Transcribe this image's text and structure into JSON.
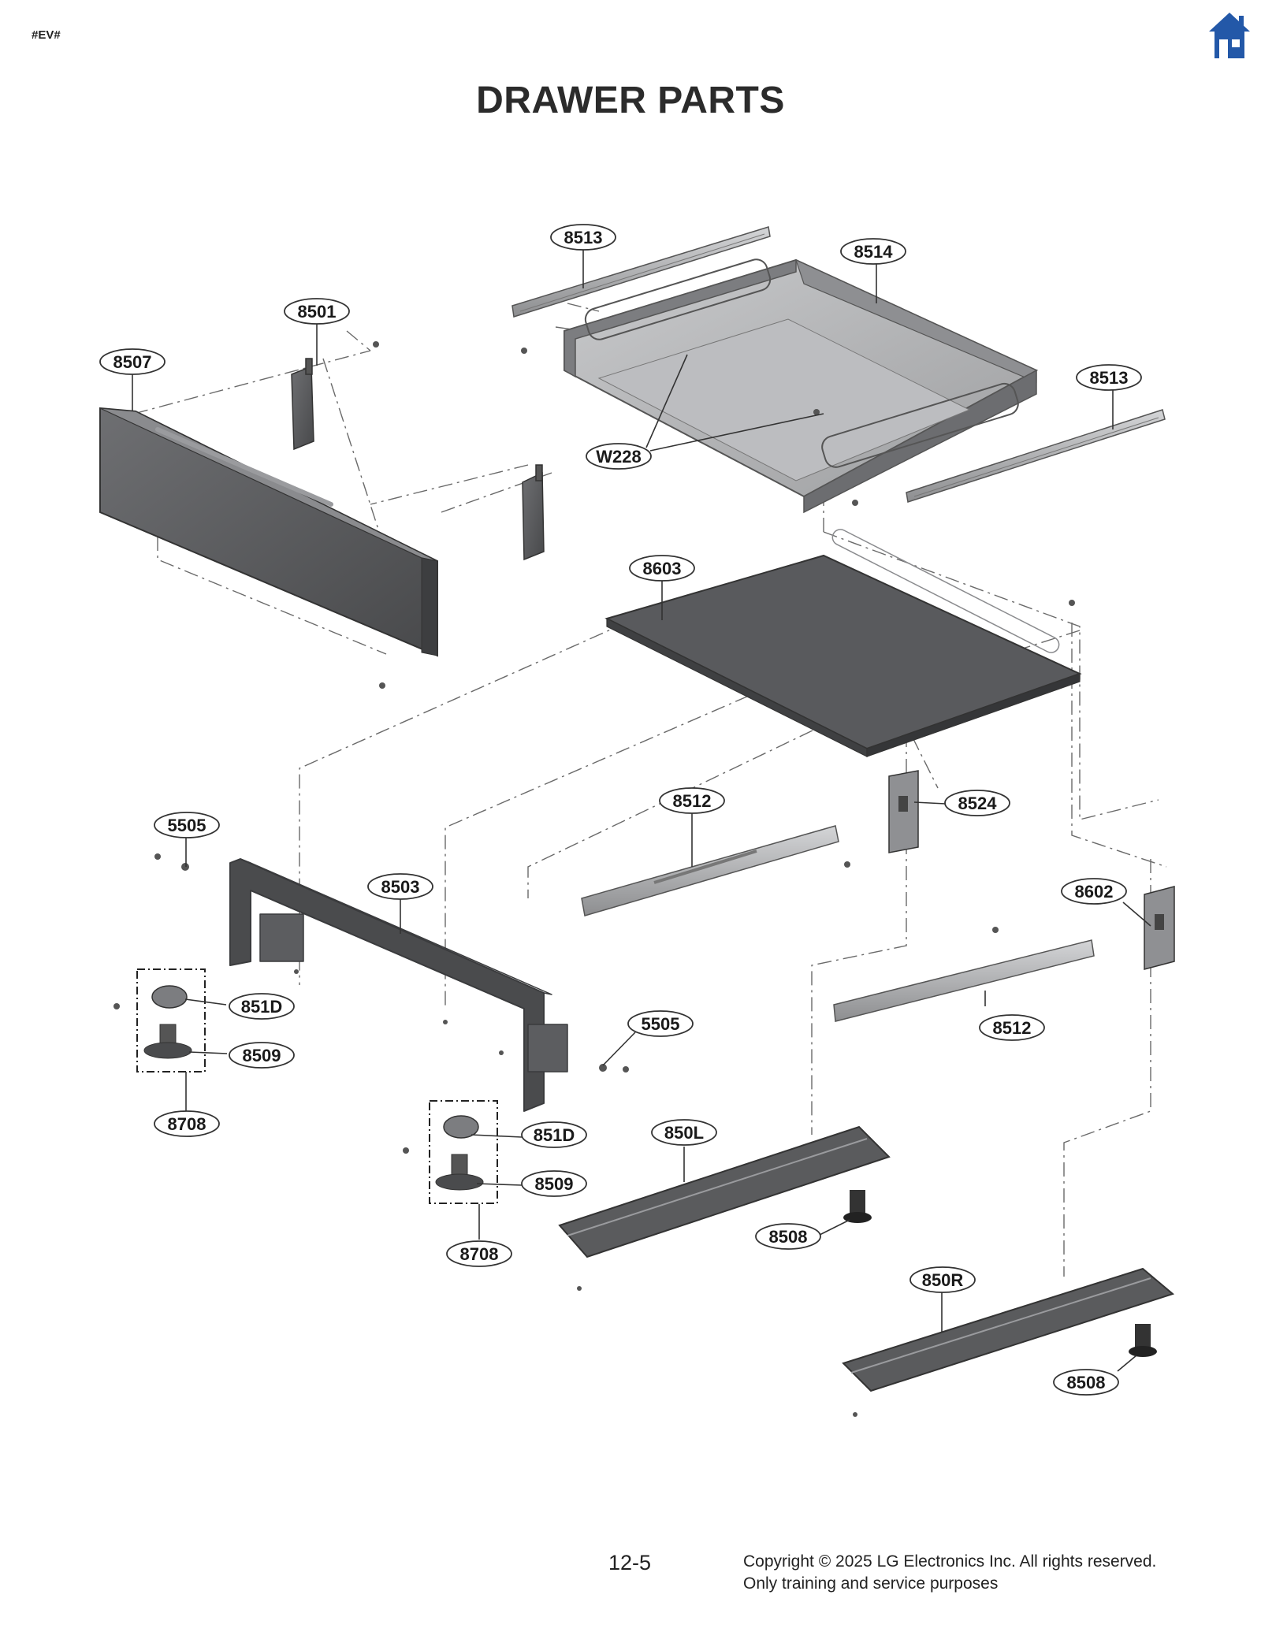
{
  "header": {
    "tag": "#EV#",
    "home_icon": "home-icon",
    "title": "DRAWER PARTS"
  },
  "callouts": [
    {
      "id": "c-8513-top",
      "label": "8513"
    },
    {
      "id": "c-8514",
      "label": "8514"
    },
    {
      "id": "c-8501",
      "label": "8501"
    },
    {
      "id": "c-8507",
      "label": "8507"
    },
    {
      "id": "c-8513-right",
      "label": "8513"
    },
    {
      "id": "c-w228",
      "label": "W228"
    },
    {
      "id": "c-8603",
      "label": "8603"
    },
    {
      "id": "c-8512-top",
      "label": "8512"
    },
    {
      "id": "c-8524",
      "label": "8524"
    },
    {
      "id": "c-5505-left",
      "label": "5505"
    },
    {
      "id": "c-8503",
      "label": "8503"
    },
    {
      "id": "c-8602",
      "label": "8602"
    },
    {
      "id": "c-851d-left",
      "label": "851D"
    },
    {
      "id": "c-8509-left",
      "label": "8509"
    },
    {
      "id": "c-5505-right",
      "label": "5505"
    },
    {
      "id": "c-8512-right",
      "label": "8512"
    },
    {
      "id": "c-8708-left",
      "label": "8708"
    },
    {
      "id": "c-851d-right",
      "label": "851D"
    },
    {
      "id": "c-850l",
      "label": "850L"
    },
    {
      "id": "c-8509-right",
      "label": "8509"
    },
    {
      "id": "c-8508-left",
      "label": "8508"
    },
    {
      "id": "c-8708-right",
      "label": "8708"
    },
    {
      "id": "c-850r",
      "label": "850R"
    },
    {
      "id": "c-8508-right",
      "label": "8508"
    }
  ],
  "footer": {
    "page_number": "12-5",
    "copyright_line1": "Copyright © 2025 LG Electronics Inc. All rights reserved.",
    "copyright_line2": "Only training and service purposes"
  },
  "colors": {
    "part_dark": "#5a5b5d",
    "part_mid": "#7d7e80",
    "part_light": "#b9babc",
    "home_icon": "#2358a8",
    "leader": "#333333",
    "dash": "#666666"
  }
}
